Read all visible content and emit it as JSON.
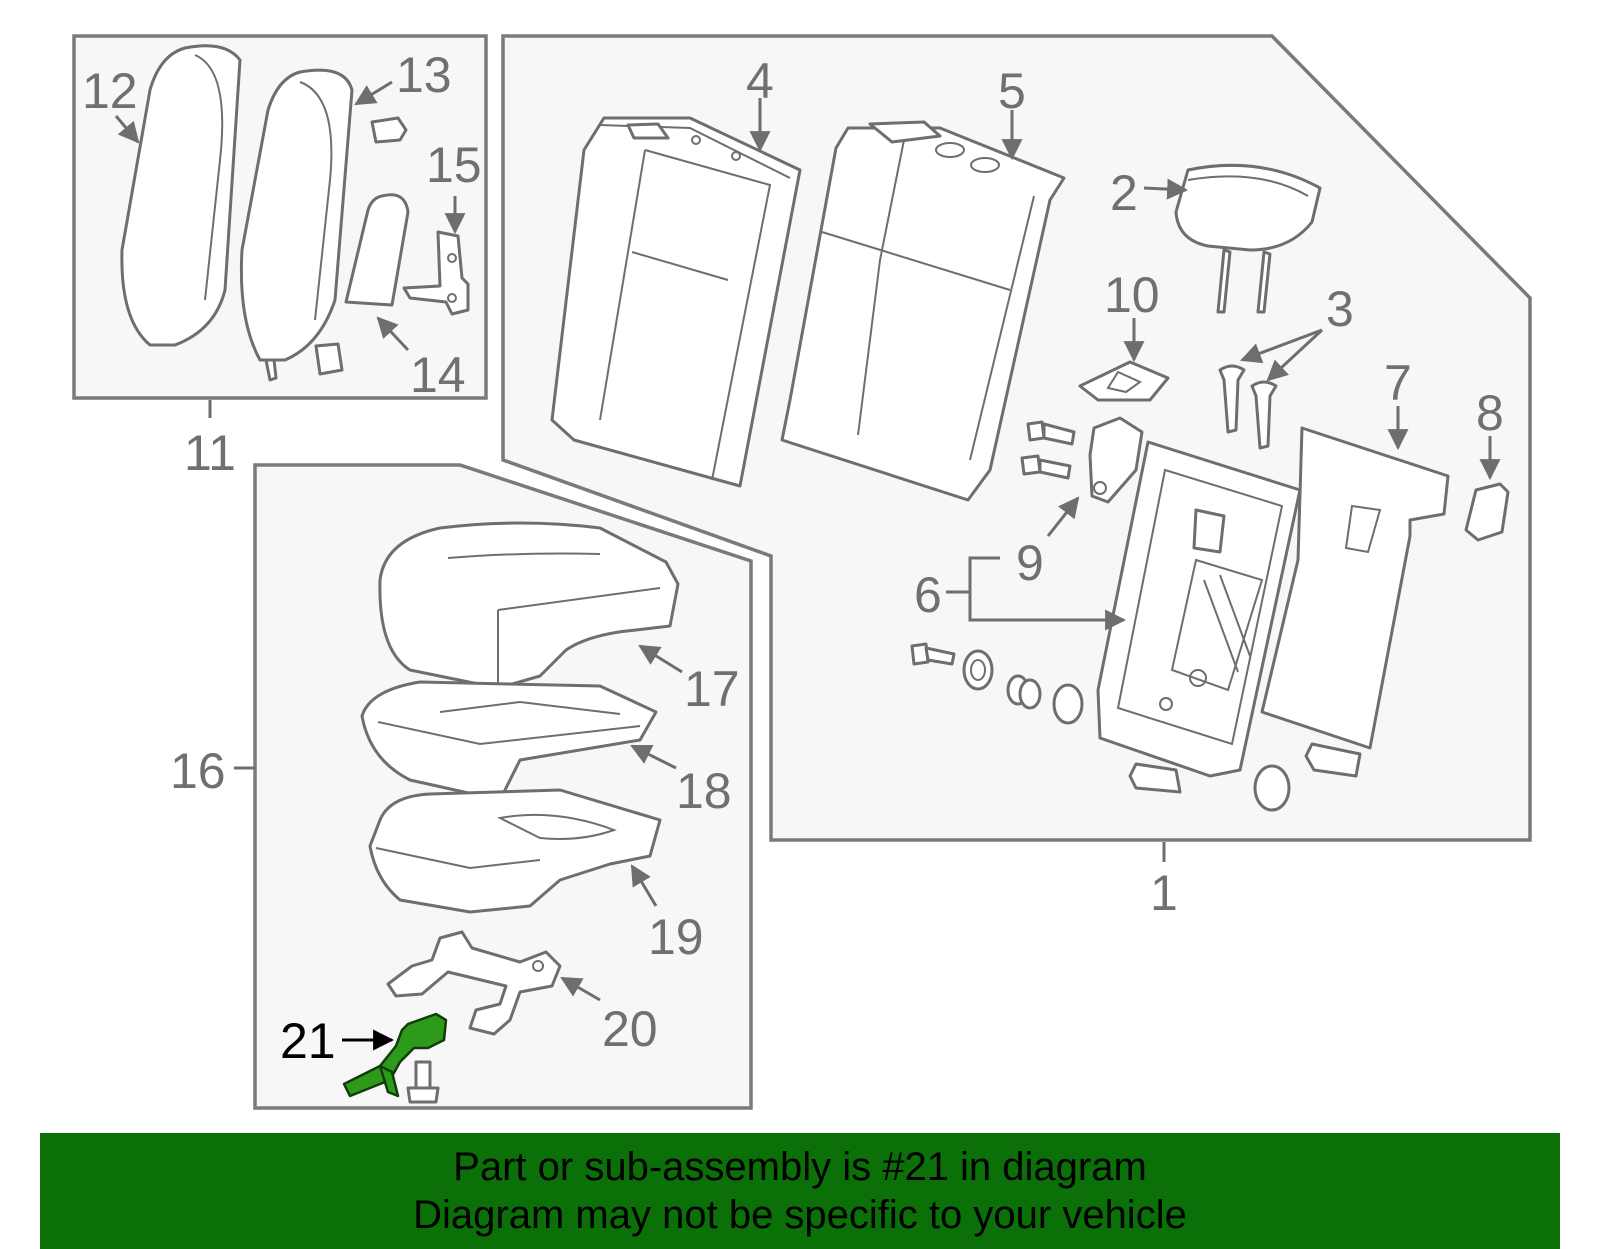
{
  "colors": {
    "highlight_part": "#2e9a1c",
    "banner_background": "#0b7008",
    "callout_gray": "#707070",
    "panel_fill": "#f7f7f7"
  },
  "callouts": {
    "c1": "1",
    "c2": "2",
    "c3": "3",
    "c4": "4",
    "c5": "5",
    "c6": "6",
    "c7": "7",
    "c8": "8",
    "c9": "9",
    "c10": "10",
    "c11": "11",
    "c12": "12",
    "c13": "13",
    "c14": "14",
    "c15": "15",
    "c16": "16",
    "c17": "17",
    "c18": "18",
    "c19": "19",
    "c20": "20",
    "c21": "21"
  },
  "highlighted_part": "21",
  "banner": {
    "line1": "Part or sub-assembly is #21 in diagram",
    "line2": "Diagram may not be specific to your vehicle"
  }
}
